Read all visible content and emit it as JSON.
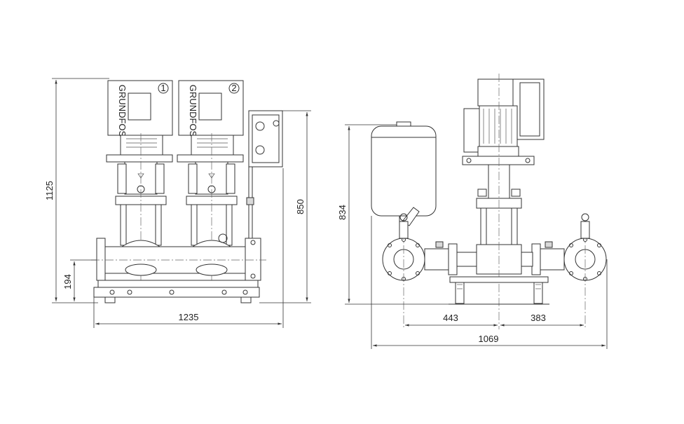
{
  "dimensions": {
    "front_total_height": "1125",
    "front_base_height": "194",
    "front_total_width": "1235",
    "front_panel_height": "850",
    "side_height": "834",
    "side_left_offset": "443",
    "side_right_offset": "383",
    "side_total_width": "1069"
  },
  "pump_labels": {
    "pump_1": "1",
    "pump_2": "2"
  },
  "brand_text": "GRUNDFOS"
}
